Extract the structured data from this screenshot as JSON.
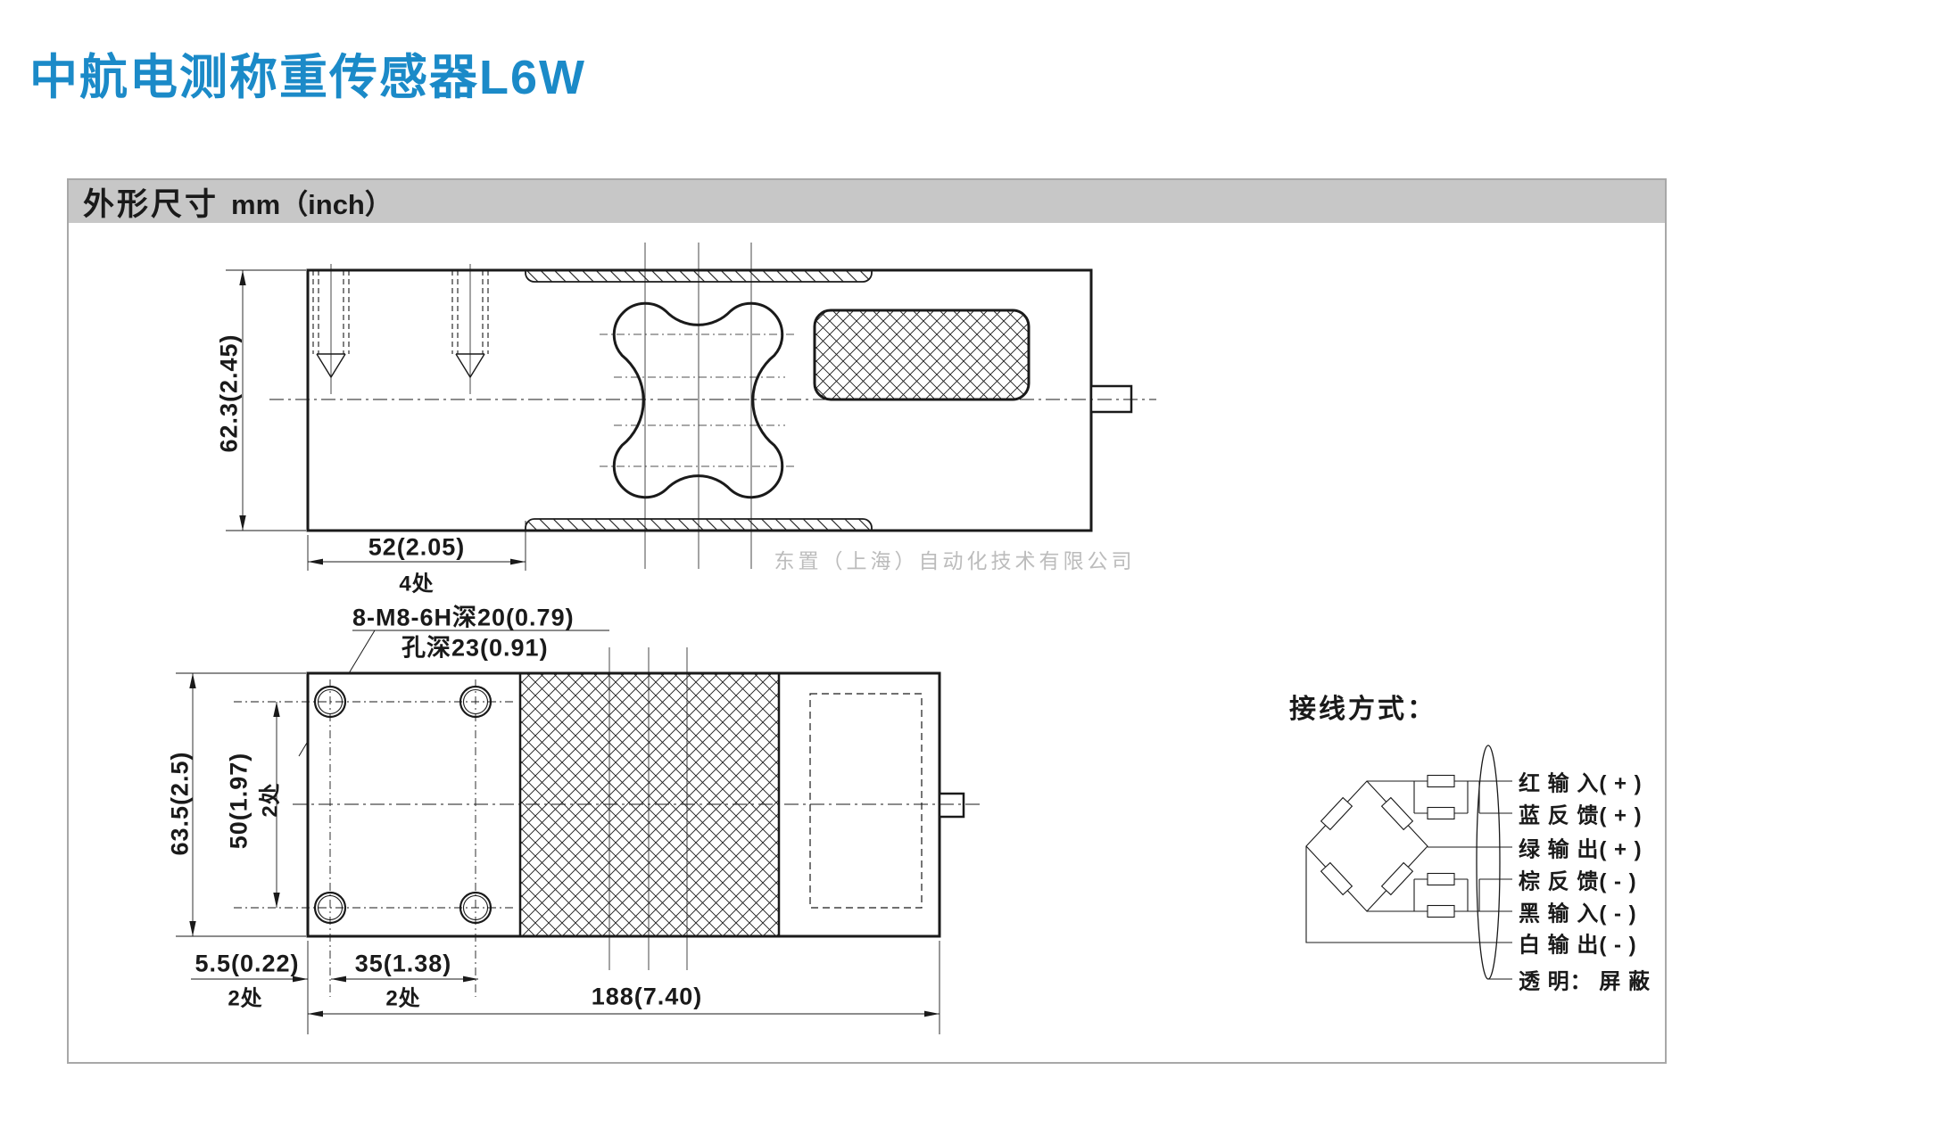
{
  "page": {
    "title": "中航电测称重传感器L6W",
    "watermark": "东置（上海）自动化技术有限公司"
  },
  "panel": {
    "header_label": "外形尺寸",
    "header_units": "mm（inch）"
  },
  "top_view": {
    "dim_height": "62.3(2.45)",
    "dim_slot": "52(2.05)",
    "dim_slot_places": "4处",
    "thread_spec": "8-M8-6H深20(0.79)",
    "thread_depth": "孔深23(0.91)"
  },
  "bottom_view": {
    "dim_height": "63.5(2.5)",
    "dim_hole_v": "50(1.97)",
    "dim_hole_v_places": "2处",
    "dim_edge": "5.5(0.22)",
    "dim_edge_places": "2处",
    "dim_hole_h": "35(1.38)",
    "dim_hole_h_places": "2处",
    "dim_length": "188(7.40)"
  },
  "wiring": {
    "title": "接线方式：",
    "wires": [
      {
        "label": "红 输 入( + )"
      },
      {
        "label": "蓝 反 馈( + )"
      },
      {
        "label": "绿 输 出( + )"
      },
      {
        "label": "棕 反 馈( - )"
      },
      {
        "label": "黑 输 入( - )"
      },
      {
        "label": "白 输 出( - )"
      },
      {
        "label": "透 明： 屏 蔽"
      }
    ]
  },
  "colors": {
    "title_blue": "#1b8ac8",
    "line": "#1a1a1a",
    "header_bar": "#c7c7c7",
    "watermark": "#bcbcbc",
    "panel_border": "#a8a8a8"
  }
}
